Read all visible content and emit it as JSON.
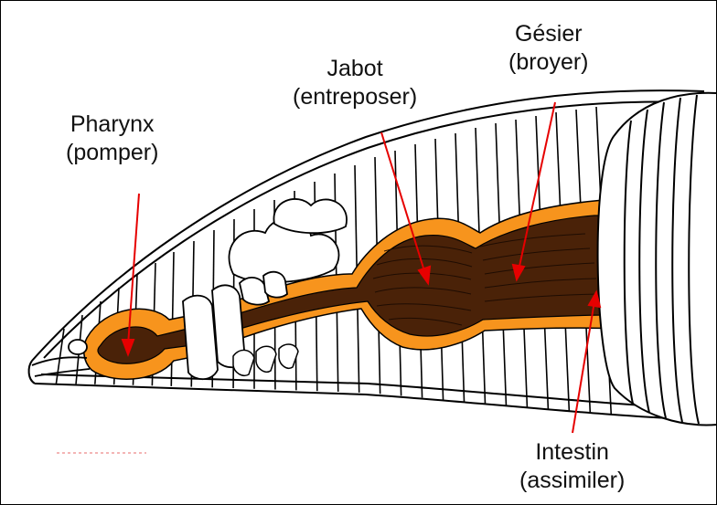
{
  "labels": {
    "pharynx": {
      "name": "Pharynx",
      "role": "(pomper)"
    },
    "jabot": {
      "name": "Jabot",
      "role": "(entreposer)"
    },
    "gesier": {
      "name": "Gésier",
      "role": "(broyer)"
    },
    "intestin": {
      "name": "Intestin",
      "role": "(assimiler)"
    }
  },
  "colors": {
    "outline": "#000000",
    "gut_brown": "#4a2208",
    "gut_orange": "#f7941d",
    "arrow": "#e60000",
    "label_text": "#111111"
  }
}
